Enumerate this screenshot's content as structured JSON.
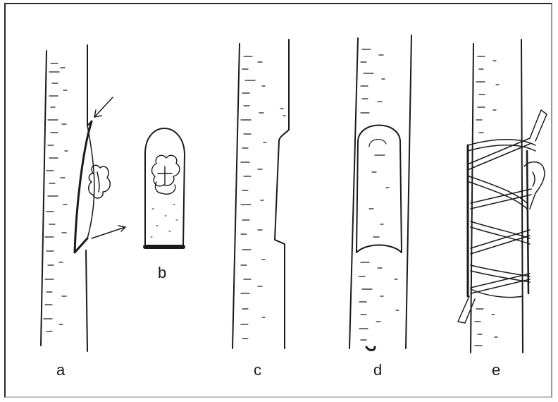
{
  "labels": {
    "a": "a",
    "b": "b",
    "c": "c",
    "d": "d",
    "e": "e"
  },
  "colors": {
    "ink": "#1a1a1a",
    "paper": "#ffffff",
    "frame": "#2a2a2a"
  }
}
